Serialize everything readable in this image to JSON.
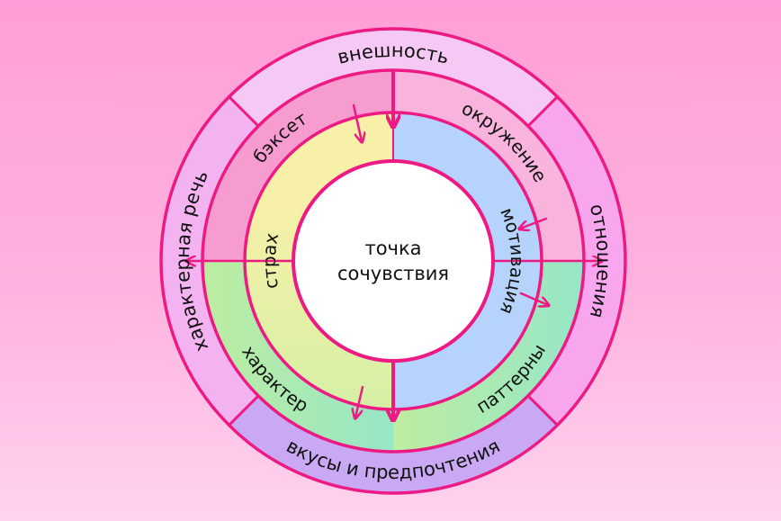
{
  "center": {
    "line1": "точка",
    "line2": "сочувствия"
  },
  "outer_ring": {
    "top": "внешность",
    "right": "отношения",
    "bottom": "вкусы и предпочтения",
    "left": "характерная речь"
  },
  "middle_ring": {
    "top_left": "бэксет",
    "top_right": "окружение",
    "bottom_left": "характер",
    "bottom_right": "паттерны"
  },
  "inner_ring": {
    "left": "страх",
    "right": "мотивация"
  },
  "colors": {
    "stroke": "#ee1a84",
    "outer_top": "#f6c9f4",
    "outer_right": "#f8a6ee",
    "outer_bottom": "#c9a9f4",
    "outer_left": "#f3b3f1",
    "middle_top_left": "#f79ccf",
    "middle_top_right": "#f8b4dd",
    "middle_bottom_left": "#bdeda0",
    "middle_bottom_right": "#96e6c8",
    "inner_left_top": "#f8f0a8",
    "inner_left_bottom": "#d5f0a6",
    "inner_right": "#b5d3fb"
  }
}
